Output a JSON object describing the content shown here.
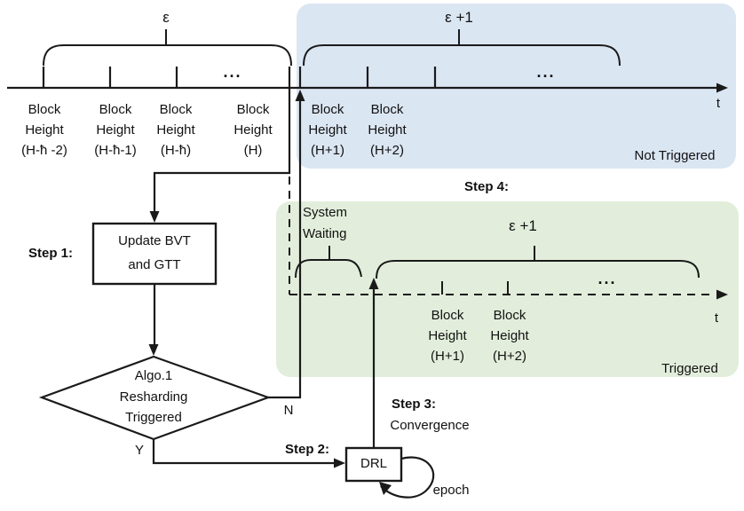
{
  "colors": {
    "not_triggered_bg": "#dbe6f3",
    "triggered_bg": "#e2eedb",
    "line": "#1a1a1a"
  },
  "top_timeline": {
    "epoch_label": "ε",
    "next_epoch_label": "ε +1",
    "ellipsis_current": "...",
    "ellipsis_next": "...",
    "axis_label": "t",
    "status_label": "Not Triggered",
    "blocks_current": [
      {
        "l1": "Block",
        "l2": "Height",
        "l3": "(H-ħ -2)"
      },
      {
        "l1": "Block",
        "l2": "Height",
        "l3": "(H-ħ-1)"
      },
      {
        "l1": "Block",
        "l2": "Height",
        "l3": "(H-ħ)"
      },
      {
        "l1": "Block",
        "l2": "Height",
        "l3": "(H)"
      }
    ],
    "blocks_next": [
      {
        "l1": "Block",
        "l2": "Height",
        "l3": "(H+1)"
      },
      {
        "l1": "Block",
        "l2": "Height",
        "l3": "(H+2)"
      }
    ]
  },
  "triggered_timeline": {
    "step_label": "Step 4:",
    "waiting_l1": "System",
    "waiting_l2": "Waiting",
    "next_epoch_label": "ε +1",
    "ellipsis": "...",
    "axis_label": "t",
    "status_label": "Triggered",
    "blocks": [
      {
        "l1": "Block",
        "l2": "Height",
        "l3": "(H+1)"
      },
      {
        "l1": "Block",
        "l2": "Height",
        "l3": "(H+2)"
      }
    ]
  },
  "flowchart": {
    "step1_label": "Step 1:",
    "update_l1": "Update BVT",
    "update_l2": "and GTT",
    "decision_l1": "Algo.1",
    "decision_l2": "Resharding",
    "decision_l3": "Triggered",
    "branch_no": "N",
    "branch_yes": "Y",
    "step2_label": "Step 2:",
    "drl_label": "DRL",
    "loop_label": "epoch",
    "step3_label": "Step 3:",
    "step3_sub": "Convergence"
  }
}
